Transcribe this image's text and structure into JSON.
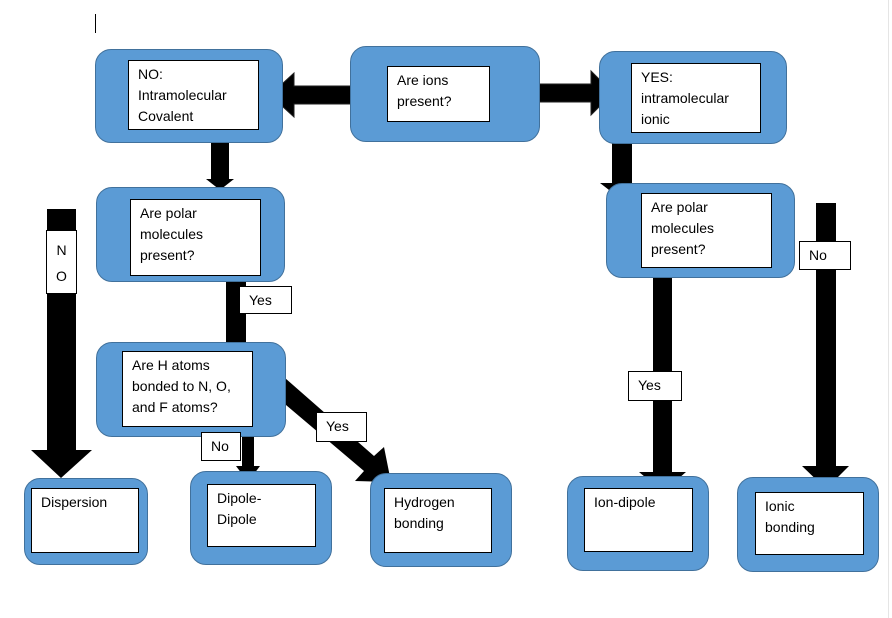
{
  "colors": {
    "node_fill": "#5b9bd5",
    "node_border": "#41719c",
    "arrow": "#000000"
  },
  "nodes": {
    "ions_present": "Are ions\npresent?",
    "no_covalent": "NO:\nIntramolecular\nCovalent",
    "yes_ionic": "YES:\nintramolecular\nionic",
    "polar_left": "Are polar\nmolecules\npresent?",
    "polar_right": "Are polar\nmolecules\npresent?",
    "h_atoms": "Are H atoms\nbonded to N, O,\nand F atoms?",
    "dispersion": "Dispersion",
    "dipole_dipole": "Dipole-\nDipole",
    "hydrogen_bonding": "Hydrogen\nbonding",
    "ion_dipole": "Ion-dipole",
    "ionic_bonding": "Ionic\nbonding"
  },
  "labels": {
    "no_vertical": [
      "N",
      "O"
    ],
    "yes_polar_left": "Yes",
    "no_dipole": "No",
    "yes_hydrogen": "Yes",
    "yes_ion_dipole": "Yes",
    "no_ionic": "No"
  }
}
